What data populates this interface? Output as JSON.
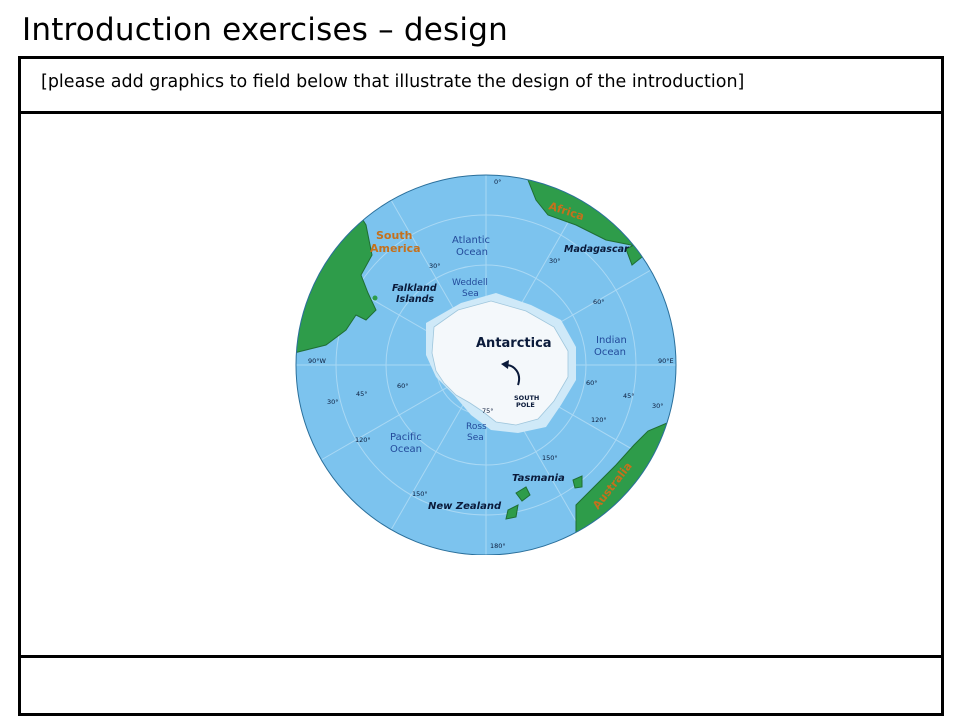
{
  "slide": {
    "title": "Introduction exercises – design",
    "instruction": "[please add graphics to field below that illustrate the design of the introduction]"
  },
  "map": {
    "colors": {
      "ocean": "#7cc3ee",
      "land": "#2e9c4a",
      "ice": "#f4f8fb",
      "shelf": "#cfe9f8",
      "grid": "#a9d8f4",
      "ocean_label": "#234a9a",
      "continent_label": "#c5701c",
      "place_label": "#0a1a3a"
    },
    "labels": {
      "antarctica": "Antarctica",
      "south_pole_line1": "SOUTH",
      "south_pole_line2": "POLE",
      "atlantic_line1": "Atlantic",
      "atlantic_line2": "Ocean",
      "indian_line1": "Indian",
      "indian_line2": "Ocean",
      "pacific_line1": "Pacific",
      "pacific_line2": "Ocean",
      "weddell_line1": "Weddell",
      "weddell_line2": "Sea",
      "ross_line1": "Ross",
      "ross_line2": "Sea",
      "south_america_line1": "South",
      "south_america_line2": "America",
      "africa": "Africa",
      "australia": "Australia",
      "madagascar": "Madagascar",
      "falkland_line1": "Falkland",
      "falkland_line2": "Islands",
      "tasmania": "Tasmania",
      "new_zealand": "New Zealand"
    },
    "degree_labels": {
      "top": "0°",
      "bottom": "180°",
      "left": "90°W",
      "right": "90°E",
      "d30_upper_left": "30°",
      "d30_upper_right": "30°",
      "d60_upper_right": "60°",
      "d60_left": "60°",
      "d60_right": "60°",
      "d45_left_outer": "45°",
      "d45_right_outer": "45°",
      "d30_left_outer": "30°",
      "d30_right_outer": "30°",
      "d120_left": "120°",
      "d120_right": "120°",
      "d75": "75°",
      "d150_right": "150°",
      "d150_left": "150°"
    }
  }
}
